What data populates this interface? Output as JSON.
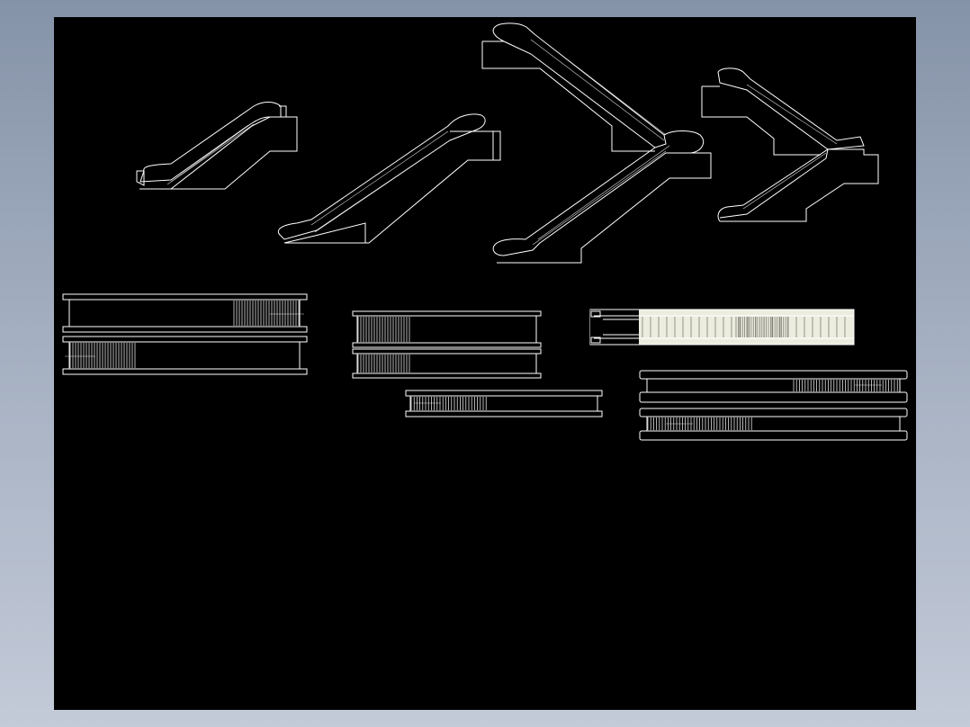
{
  "app": {
    "background_top": "#8593a8",
    "background_bottom": "#c3cad8",
    "drawing_background": "#000000",
    "line_color": "#ffffff",
    "selection_fill": "#ececdf"
  },
  "drawing": {
    "elevation_views": 4,
    "plan_views": 5,
    "selected_views": 1
  }
}
